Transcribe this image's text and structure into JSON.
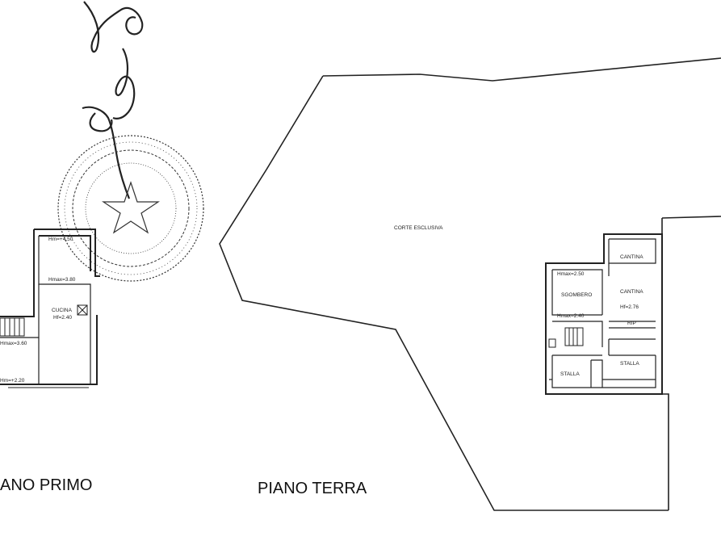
{
  "titles": {
    "piano_primo": "ANO PRIMO",
    "piano_terra": "PIANO TERRA"
  },
  "piano_primo": {
    "h_top": "Hm=+4.50",
    "h_mid": "Hmax=3.80",
    "cucina": "CUCINA",
    "cucina_h": "Hf=2.40",
    "h_left": "Hmax=3.60",
    "h_bottom": "Hm=+2.20"
  },
  "piano_terra": {
    "corte": "CORTE ESCLUSIVA",
    "cantina_top": "CANTINA",
    "cantina": "CANTINA",
    "cantina_h": "Hf=2.76",
    "rip": "RIP",
    "h_sgombero_top": "Hmax=2.50",
    "sgombero": "SGOMBERO",
    "h_sgombero_bottom": "Hmax=2.40",
    "stalla_left": "STALLA",
    "stalla_right": "STALLA"
  },
  "colors": {
    "ink": "#222222",
    "background": "#ffffff"
  }
}
